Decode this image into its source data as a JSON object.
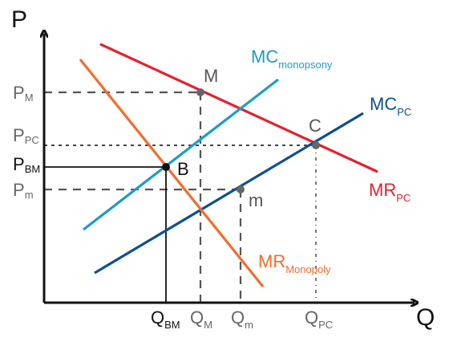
{
  "axes": {
    "y_label": "P",
    "x_label": "Q"
  },
  "price_ticks": {
    "pm_main": "P",
    "pm_sub": "M",
    "ppc_main": "P",
    "ppc_sub": "PC",
    "pbm_main": "P",
    "pbm_sub": "BM",
    "plm_main": "P",
    "plm_sub": "m"
  },
  "quantity_ticks": {
    "qbm_main": "Q",
    "qbm_sub": "BM",
    "qm_main": "Q",
    "qm_sub": "M",
    "qlm_main": "Q",
    "qlm_sub": "m",
    "qpc_main": "Q",
    "qpc_sub": "PC"
  },
  "curves": {
    "mc_monopsony_main": "MC",
    "mc_monopsony_sub": "monopsony",
    "mc_pc_main": "MC",
    "mc_pc_sub": "PC",
    "mr_pc_main": "MR",
    "mr_pc_sub": "PC",
    "mr_monopoly_main": "MR",
    "mr_monopoly_sub": "Monopoly"
  },
  "points": {
    "m_upper": "M",
    "c": "C",
    "b": "B",
    "m_lower": "m"
  },
  "colors": {
    "axis": "#111111",
    "mr_pc": "#e5202e",
    "mc_monopsony": "#1e9cc5",
    "mc_pc": "#0d4f91",
    "mr_monopoly": "#f26c2d",
    "guide_dark": "#444444",
    "guide_gray": "#777777",
    "point_gray": "#666666",
    "point_dark": "#111111"
  }
}
